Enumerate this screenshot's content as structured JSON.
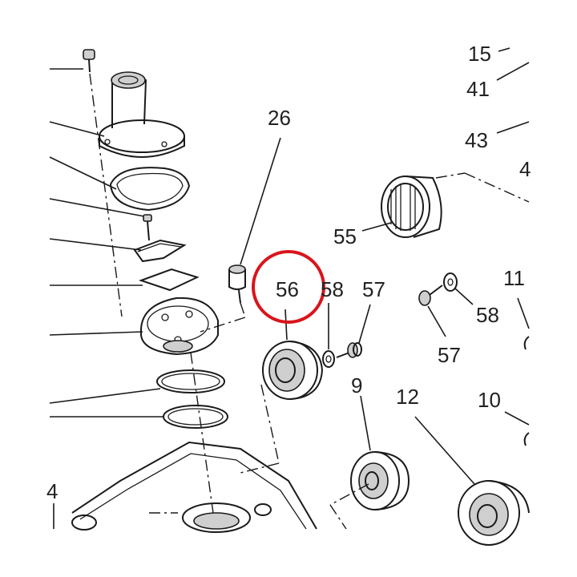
{
  "diagram": {
    "part_labels": {
      "p15": "15",
      "p41": "41",
      "p43": "43",
      "p4_top": "4",
      "p26": "26",
      "p55": "55",
      "p56": "56",
      "p58_left": "58",
      "p57_left": "57",
      "p58_right": "58",
      "p57_right": "57",
      "p11": "11",
      "p9": "9",
      "p12": "12",
      "p10": "10",
      "p4_bottom": "4"
    },
    "highlight": {
      "target": "56",
      "color": "#d9151b"
    },
    "line_color": "#1a1a1a"
  }
}
